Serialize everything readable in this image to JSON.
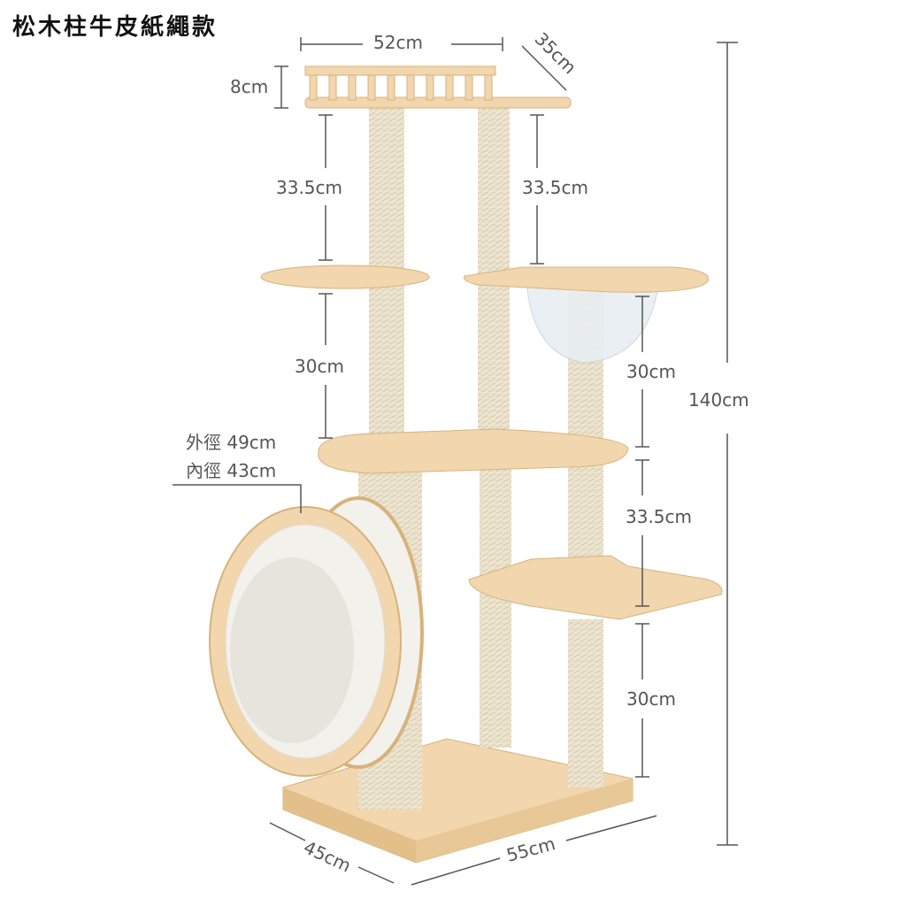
{
  "title": "松木柱牛皮紙繩款",
  "dimensions": {
    "top_width": "52cm",
    "top_depth": "35cm",
    "top_rail_height": "8cm",
    "left_upper_post": "33.5cm",
    "right_upper_post": "33.5cm",
    "left_mid_post": "30cm",
    "right_mid_post": "30cm",
    "right_lower_upper": "33.5cm",
    "right_lower_post": "30cm",
    "total_height": "140cm",
    "ring_outer": "外徑 49cm",
    "ring_inner": "內徑 43cm",
    "base_depth": "45cm",
    "base_width": "55cm"
  },
  "colors": {
    "wood": "#f1d6ae",
    "wood_edge": "#d8b27c",
    "rope": "#ece4cf",
    "fur": "#f3f1ec",
    "dim_line": "#555555"
  }
}
